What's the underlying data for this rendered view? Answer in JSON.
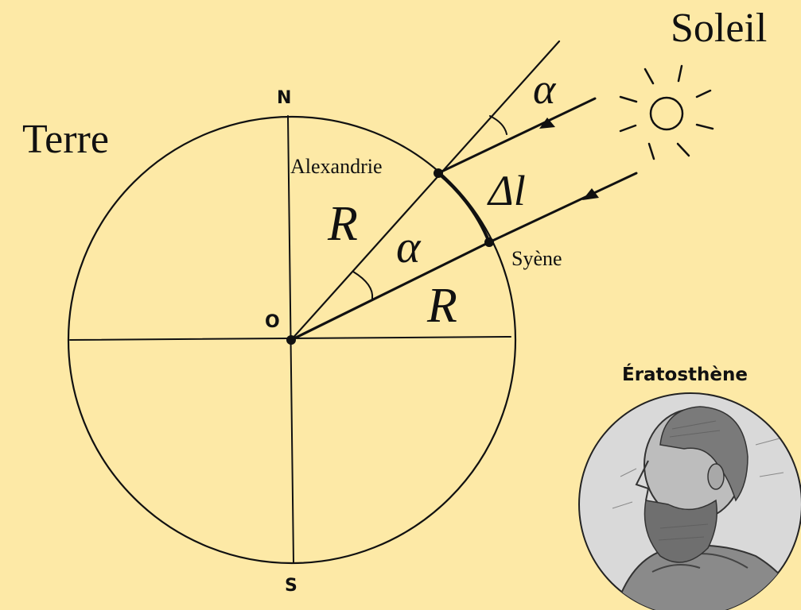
{
  "labels": {
    "earth": "Terre",
    "sun": "Soleil",
    "north": "N",
    "south": "S",
    "center": "O",
    "alexandria": "Alexandrie",
    "syene": "Syène",
    "radius_1": "R",
    "radius_2": "R",
    "angle_center": "α",
    "angle_ray": "α",
    "arc_length": "Δl",
    "portrait_caption": "Ératosthène"
  },
  "colors": {
    "background": "#fde9a6",
    "ink": "#111111",
    "portrait_background": "#d9d9d9"
  },
  "icons": {
    "sun": "sun-icon",
    "portrait": "bearded-man-portrait"
  }
}
